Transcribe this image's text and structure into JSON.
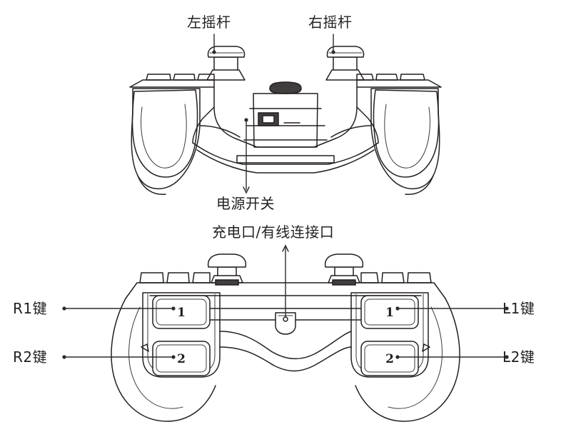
{
  "diagram": {
    "title": "Game Controller Button Layout Diagram",
    "views": [
      {
        "id": "top-view",
        "name": "controller-top-view"
      },
      {
        "id": "rear-view",
        "name": "controller-rear-view"
      }
    ]
  },
  "labels": {
    "left_stick": "左摇杆",
    "right_stick": "右摇杆",
    "power_switch": "电源开关",
    "charge_port": "充电口/有线连接口",
    "r1": "R1键",
    "r2": "R2键",
    "l1": "L1键",
    "l2": "L2键"
  },
  "buttons": {
    "shoulder_top_left": "1",
    "shoulder_bottom_left": "2",
    "shoulder_top_right": "1",
    "shoulder_bottom_right": "2"
  },
  "colors": {
    "line": "#231f20",
    "text": "#222222",
    "background": "#ffffff",
    "accent_dark": "#413e3e"
  }
}
